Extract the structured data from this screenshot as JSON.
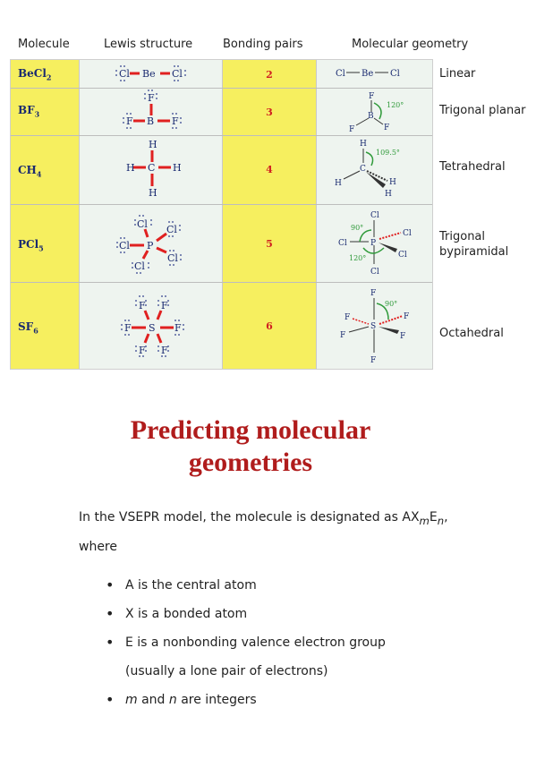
{
  "table": {
    "headers": [
      "Molecule",
      "Lewis structure",
      "Bonding pairs",
      "Molecular geometry"
    ],
    "rows": [
      {
        "molecule": "BeCl",
        "molecule_sub": "2",
        "bonding_pairs": "2",
        "geometry_name": "Linear",
        "angle": ""
      },
      {
        "molecule": "BF",
        "molecule_sub": "3",
        "bonding_pairs": "3",
        "geometry_name": "Trigonal planar",
        "angle": "120°"
      },
      {
        "molecule": "CH",
        "molecule_sub": "4",
        "bonding_pairs": "4",
        "geometry_name": "Tetrahedral",
        "angle": "109.5°"
      },
      {
        "molecule": "PCl",
        "molecule_sub": "5",
        "bonding_pairs": "5",
        "geometry_name_line1": "Trigonal",
        "geometry_name_line2": "bypiramidal",
        "angle_a": "90°",
        "angle_b": "120°"
      },
      {
        "molecule": "SF",
        "molecule_sub": "6",
        "bonding_pairs": "6",
        "geometry_name": "Octahedral",
        "angle": "90°"
      }
    ],
    "atoms": {
      "Be": "Be",
      "Cl": "Cl",
      "B": "B",
      "F": "F",
      "C": "C",
      "H": "H",
      "P": "P",
      "S": "S"
    }
  },
  "title_line1": "Predicting molecular",
  "title_line2": "geometries",
  "paragraph": {
    "text_before": "In the VSEPR model, the molecule is designated as  AX",
    "sub_m": "m",
    "mid": "E",
    "sub_n": "n",
    "after": ",",
    "line2": "where"
  },
  "bullets": [
    "A is the central atom",
    "X is a bonded atom",
    "E is a nonbonding valence electron group",
    "(usually a lone pair of electrons)"
  ],
  "last_bullet": {
    "m": "m",
    "and": " and ",
    "n": "n",
    "rest": " are integers"
  },
  "colors": {
    "yellow": "#f6ef5f",
    "pale": "#eef4ef",
    "bond_red": "#e02020",
    "title_red": "#b01c1c",
    "navy": "#1a2a70",
    "green_arc": "#2f9a3a"
  }
}
